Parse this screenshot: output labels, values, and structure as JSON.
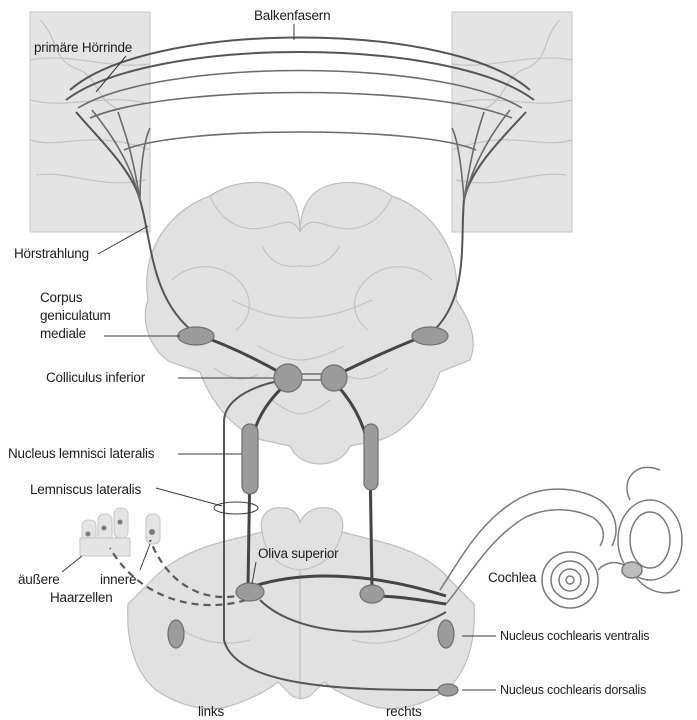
{
  "labels": {
    "balkenfasern": "Balkenfasern",
    "primaere_hoerrinde": "primäre Hörrinde",
    "hoerstrahlung": "Hörstrahlung",
    "corpus_line1": "Corpus",
    "corpus_line2": "geniculatum",
    "corpus_line3": "mediale",
    "colliculus_inferior": "Colliculus inferior",
    "nucleus_lemnisci_lateralis": "Nucleus lemnisci lateralis",
    "lemniscus_lateralis": "Lemniscus lateralis",
    "aeussere": "äußere",
    "innere": "innere",
    "haarzellen": "Haarzellen",
    "oliva_superior": "Oliva superior",
    "cochlea": "Cochlea",
    "nucleus_cochlearis_ventralis": "Nucleus cochlearis ventralis",
    "nucleus_cochlearis_dorsalis": "Nucleus cochlearis dorsalis",
    "links": "links",
    "rechts": "rechts"
  },
  "colors": {
    "tissue": "#e1e1e1",
    "pathway": "#444444",
    "nucleus": "#9b9b9b"
  }
}
